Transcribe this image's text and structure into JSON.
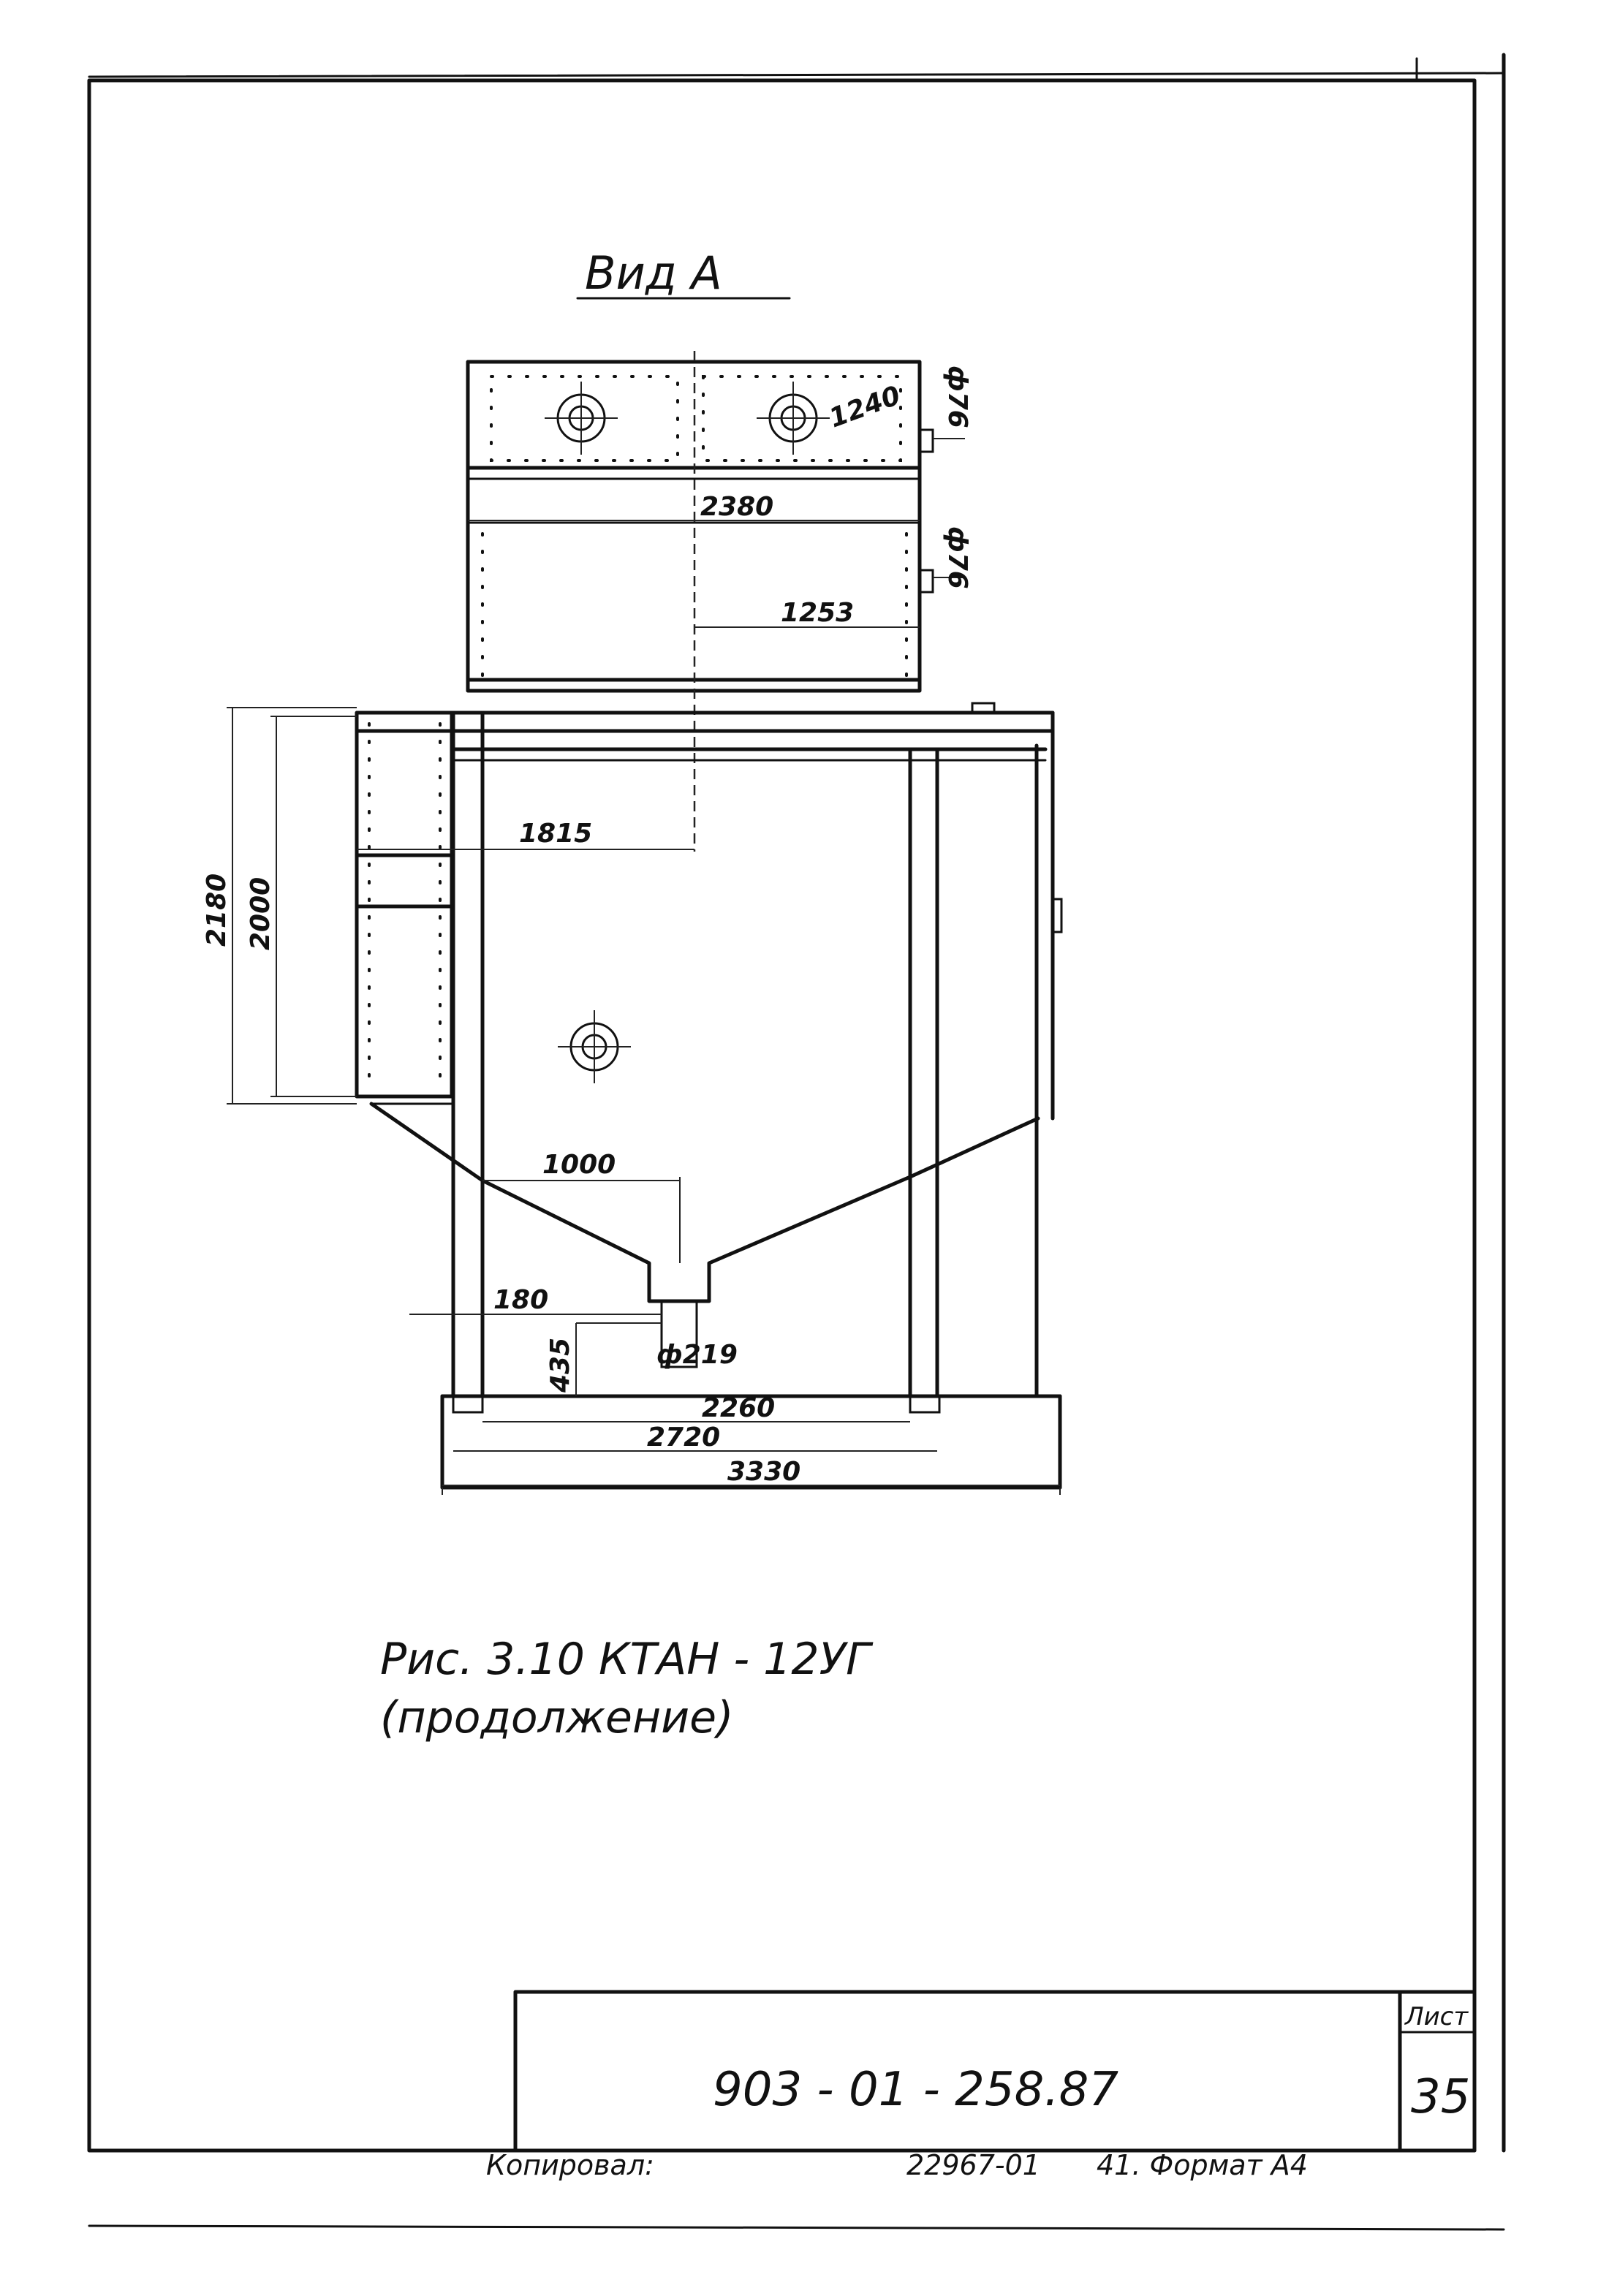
{
  "view_title": "Вид А",
  "dimensions": {
    "d_1240": "1240",
    "d_phi76_top": "ф76",
    "d_2380": "2380",
    "d_phi76_mid": "ф76",
    "d_1253": "1253",
    "d_1815": "1815",
    "d_2180": "2180",
    "d_2000": "2000",
    "d_1000": "1000",
    "d_180": "180",
    "d_435": "435",
    "d_phi219": "ф219",
    "d_2260": "2260",
    "d_2720": "2720",
    "d_3330": "3330"
  },
  "caption": {
    "line1": "Рис. 3.10 КТАН - 12УГ",
    "line2": "(продолжение)"
  },
  "title_block": {
    "doc_number": "903 - 01 - 258.87",
    "sheet_label": "Лист",
    "sheet_number": "35"
  },
  "footer": {
    "copied_by": "Копировал:",
    "order_number": "22967-01",
    "format_label": "41. Формат А4"
  }
}
